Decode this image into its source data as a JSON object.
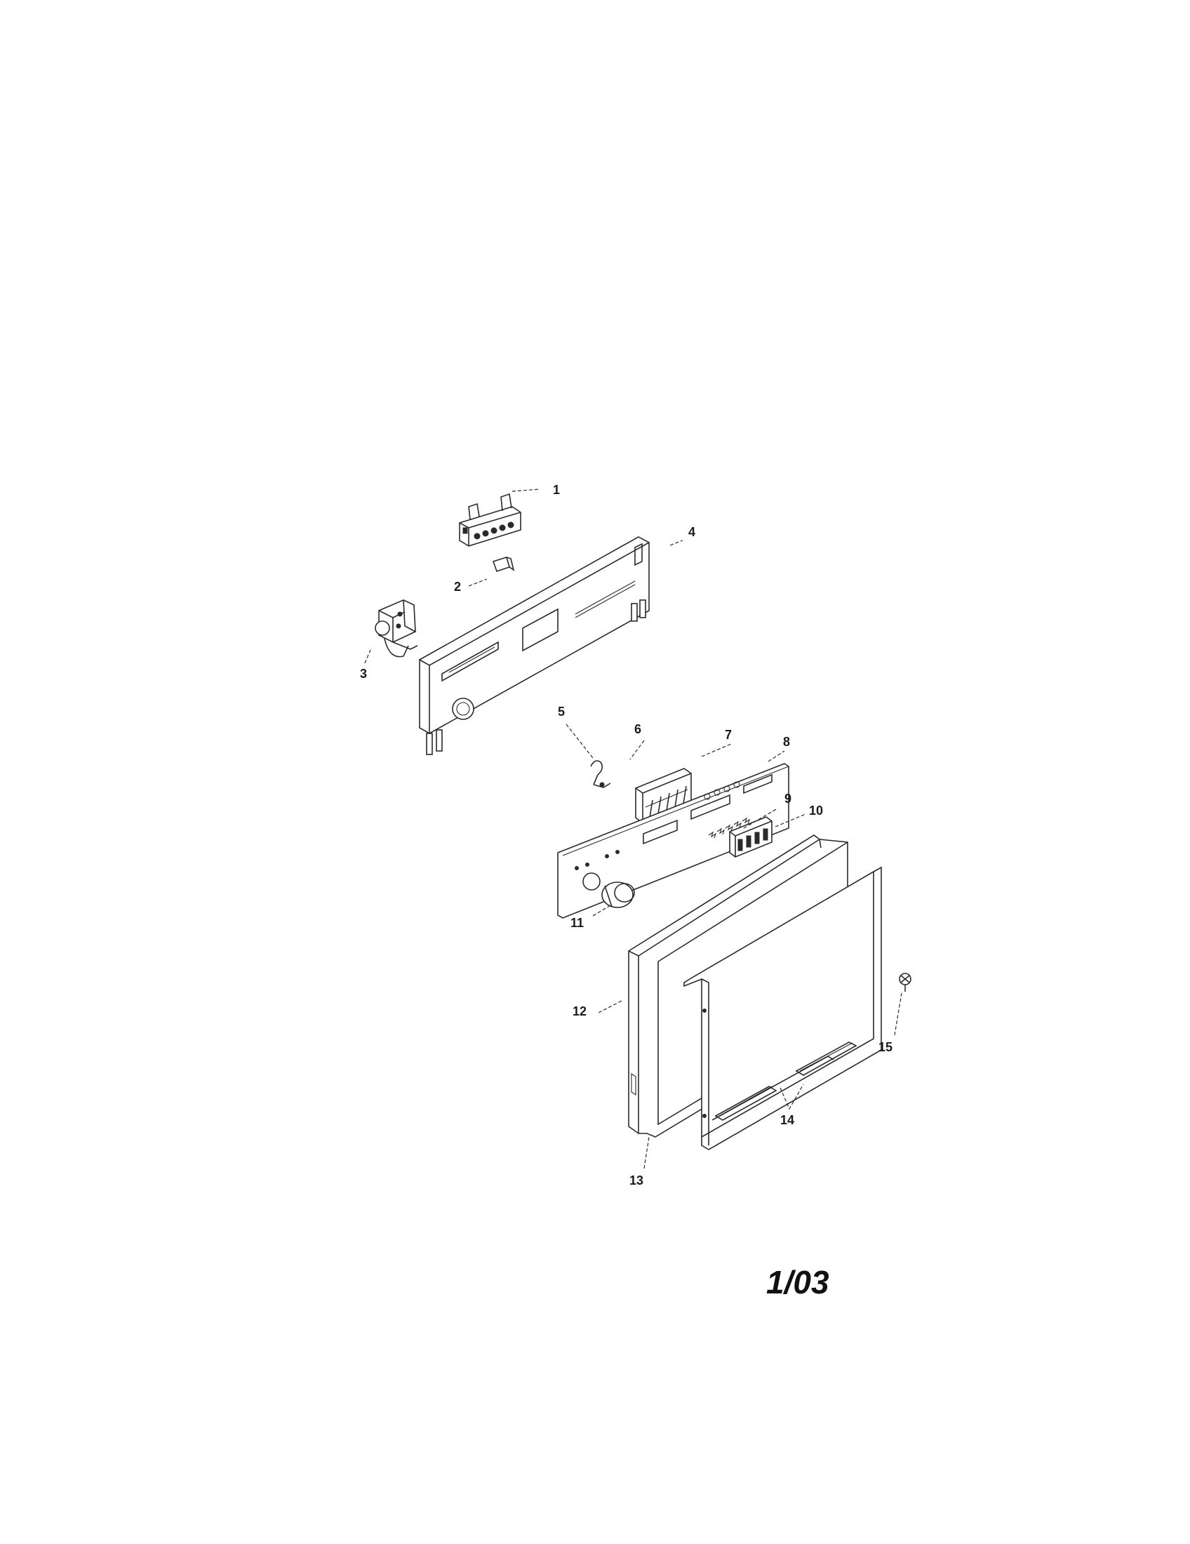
{
  "callouts": {
    "c1": "1",
    "c2": "2",
    "c3": "3",
    "c4": "4",
    "c5": "5",
    "c6": "6",
    "c7": "7",
    "c8": "8",
    "c9": "9",
    "c10": "10",
    "c11": "11",
    "c12": "12",
    "c13": "13",
    "c14": "14",
    "c15": "15"
  },
  "page_code": "1/03"
}
